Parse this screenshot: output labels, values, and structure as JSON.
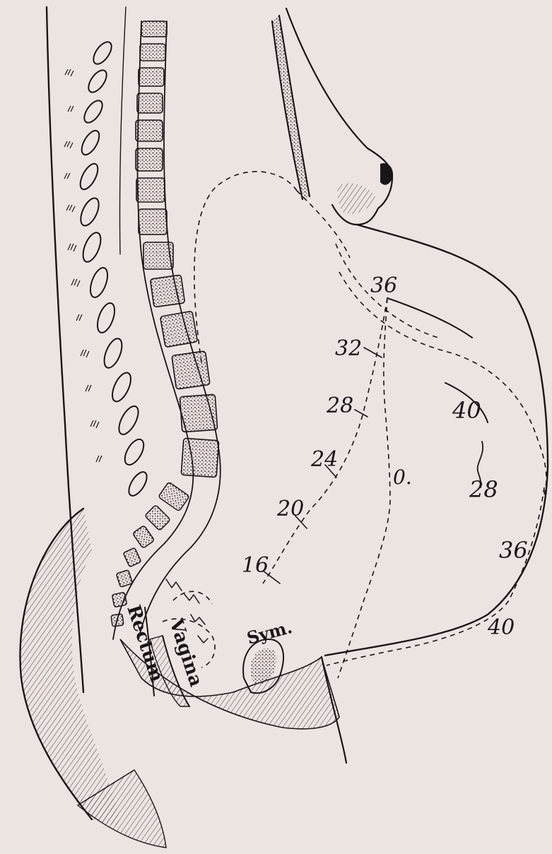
{
  "gestation_labels": {
    "fundus_track": [
      "16",
      "20",
      "24",
      "28",
      "32",
      "36"
    ],
    "outline_40": "40",
    "outline_28": "28",
    "outline_36": "36",
    "outline_lower_40": "40",
    "zero_mark": "0."
  },
  "anatomy_labels": {
    "rectum": "Rectum",
    "vagina": "Vagina",
    "symphysis": "Sym."
  },
  "colors": {
    "paper": "#ece4e1",
    "ink": "#1a1616"
  }
}
